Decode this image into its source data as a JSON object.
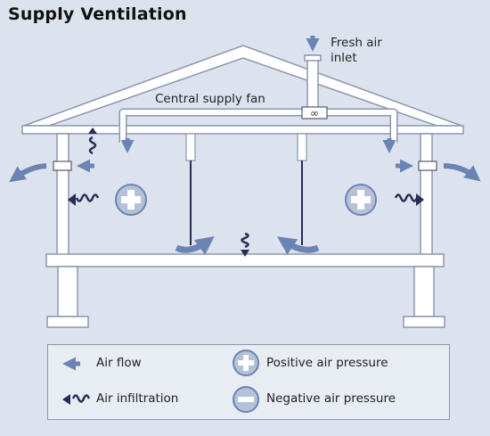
{
  "title": "Supply Ventilation",
  "labels": {
    "fresh_air_inlet": "Fresh air inlet",
    "central_supply_fan": "Central supply fan"
  },
  "legend": {
    "air_flow": "Air flow",
    "air_infiltration": "Air infiltration",
    "positive_pressure": "Positive air pressure",
    "negative_pressure": "Negative air pressure"
  },
  "colors": {
    "background": "#dde3ee",
    "structure_fill": "#ffffff",
    "structure_stroke": "#8c97ad",
    "arrow": "#6c84b4",
    "dark": "#2b2b55"
  }
}
